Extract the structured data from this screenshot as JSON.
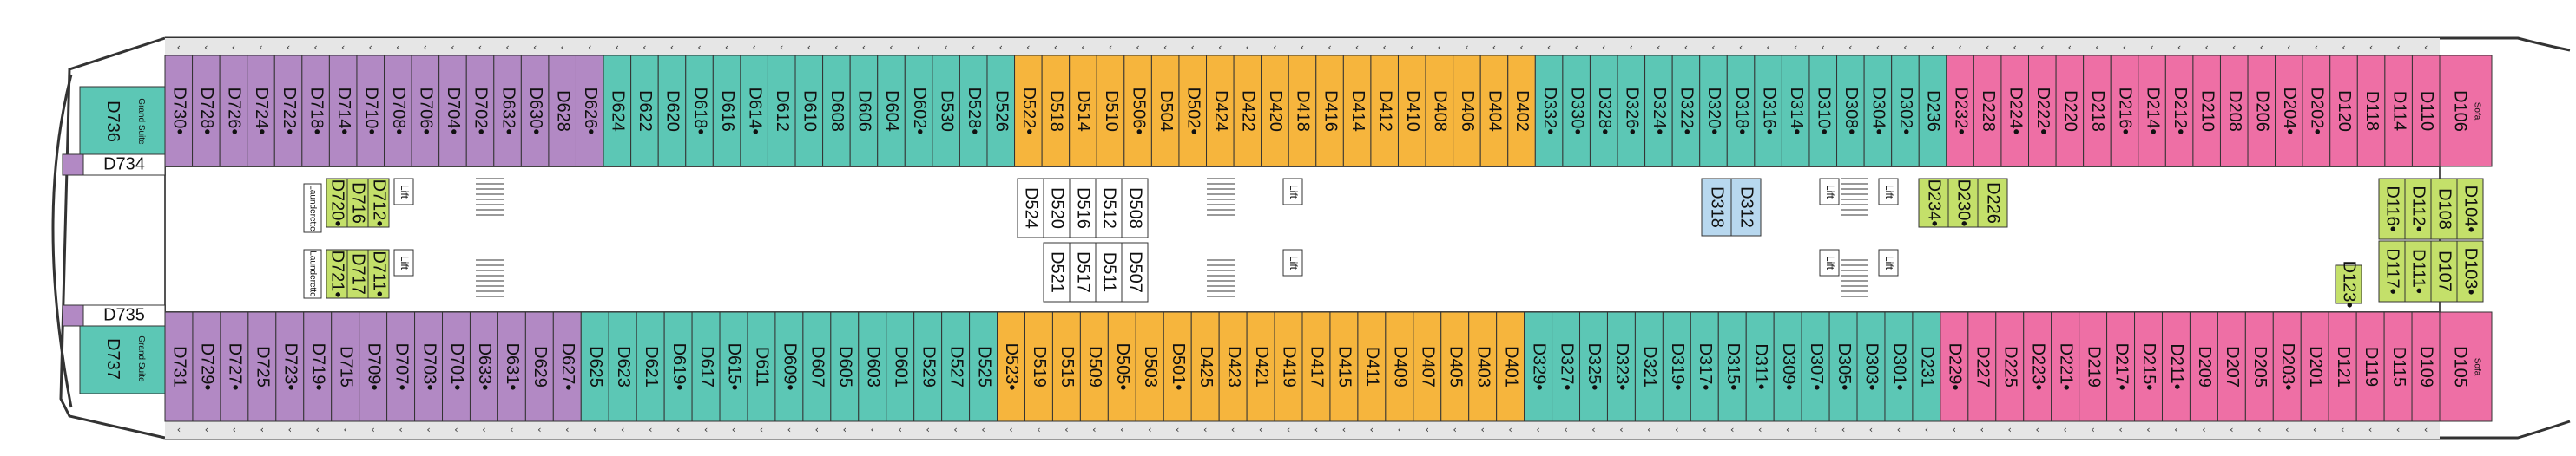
{
  "colors": {
    "purple": "#b289c4",
    "teal": "#5cc7b5",
    "orange": "#f6b53d",
    "pink": "#ee6fa5",
    "lime": "#c4e06a",
    "blue": "#b8d8ef",
    "white": "#ffffff",
    "outline": "#333333",
    "balcony": "#d9d9d9"
  },
  "icons": {
    "dot": "•",
    "double_dot": "••",
    "accessible": "♿",
    "connecting": "⇆",
    "sofa": "✧"
  },
  "top_row": [
    {
      "n": "D730",
      "m": "•",
      "c": "purple"
    },
    {
      "n": "D728",
      "m": "•",
      "c": "purple"
    },
    {
      "n": "D726",
      "m": "•",
      "c": "purple"
    },
    {
      "n": "D724",
      "m": "•",
      "c": "purple"
    },
    {
      "n": "D722",
      "m": "•",
      "c": "purple"
    },
    {
      "n": "D718",
      "m": "•",
      "c": "purple"
    },
    {
      "n": "D714",
      "m": "•",
      "c": "purple"
    },
    {
      "n": "D710",
      "m": "•",
      "c": "purple"
    },
    {
      "n": "D708",
      "m": "•",
      "c": "purple"
    },
    {
      "n": "D706",
      "m": "•",
      "c": "purple"
    },
    {
      "n": "D704",
      "m": "•",
      "c": "purple"
    },
    {
      "n": "D702",
      "m": "•",
      "c": "purple"
    },
    {
      "n": "D632",
      "m": "•",
      "c": "purple"
    },
    {
      "n": "D630",
      "m": "•",
      "c": "purple"
    },
    {
      "n": "D628",
      "m": "",
      "c": "purple"
    },
    {
      "n": "D626",
      "m": "•",
      "c": "purple"
    },
    {
      "n": "D624",
      "m": "",
      "c": "teal"
    },
    {
      "n": "D622",
      "m": "",
      "c": "teal"
    },
    {
      "n": "D620",
      "m": "",
      "c": "teal"
    },
    {
      "n": "D618",
      "m": "•",
      "c": "teal"
    },
    {
      "n": "D616",
      "m": "",
      "c": "teal"
    },
    {
      "n": "D614",
      "m": "•",
      "c": "teal"
    },
    {
      "n": "D612",
      "m": "",
      "c": "teal"
    },
    {
      "n": "D610",
      "m": "",
      "c": "teal"
    },
    {
      "n": "D608",
      "m": "",
      "c": "teal"
    },
    {
      "n": "D606",
      "m": "",
      "c": "teal"
    },
    {
      "n": "D604",
      "m": "",
      "c": "teal"
    },
    {
      "n": "D602",
      "m": "•",
      "c": "teal"
    },
    {
      "n": "D530",
      "m": "",
      "c": "teal"
    },
    {
      "n": "D528",
      "m": "•",
      "c": "teal"
    },
    {
      "n": "D526",
      "m": "",
      "c": "teal"
    },
    {
      "n": "D522",
      "m": "•",
      "c": "orange"
    },
    {
      "n": "D518",
      "m": "",
      "c": "orange"
    },
    {
      "n": "D514",
      "m": "",
      "c": "orange"
    },
    {
      "n": "D510",
      "m": "",
      "c": "orange"
    },
    {
      "n": "D506",
      "m": "•",
      "c": "orange"
    },
    {
      "n": "D504",
      "m": "",
      "c": "orange"
    },
    {
      "n": "D502",
      "m": "•",
      "c": "orange"
    },
    {
      "n": "D424",
      "m": "",
      "c": "orange"
    },
    {
      "n": "D422",
      "m": "",
      "c": "orange"
    },
    {
      "n": "D420",
      "m": "",
      "c": "orange"
    },
    {
      "n": "D418",
      "m": "",
      "c": "orange"
    },
    {
      "n": "D416",
      "m": "",
      "c": "orange"
    },
    {
      "n": "D414",
      "m": "",
      "c": "orange"
    },
    {
      "n": "D412",
      "m": "",
      "c": "orange"
    },
    {
      "n": "D410",
      "m": "",
      "c": "orange"
    },
    {
      "n": "D408",
      "m": "",
      "c": "orange"
    },
    {
      "n": "D406",
      "m": "",
      "c": "orange"
    },
    {
      "n": "D404",
      "m": "",
      "c": "orange"
    },
    {
      "n": "D402",
      "m": "",
      "c": "orange"
    },
    {
      "n": "D332",
      "m": "•",
      "c": "teal"
    },
    {
      "n": "D330",
      "m": "•",
      "c": "teal"
    },
    {
      "n": "D328",
      "m": "•",
      "c": "teal"
    },
    {
      "n": "D326",
      "m": "•",
      "c": "teal"
    },
    {
      "n": "D324",
      "m": "•",
      "c": "teal"
    },
    {
      "n": "D322",
      "m": "•",
      "c": "teal"
    },
    {
      "n": "D320",
      "m": "•",
      "c": "teal"
    },
    {
      "n": "D318",
      "m": "•",
      "c": "teal"
    },
    {
      "n": "D316",
      "m": "•",
      "c": "teal"
    },
    {
      "n": "D314",
      "m": "•",
      "c": "teal"
    },
    {
      "n": "D310",
      "m": "•",
      "c": "teal"
    },
    {
      "n": "D308",
      "m": "•",
      "c": "teal"
    },
    {
      "n": "D304",
      "m": "•",
      "c": "teal"
    },
    {
      "n": "D302",
      "m": "•",
      "c": "teal"
    },
    {
      "n": "D236",
      "m": "",
      "c": "teal"
    },
    {
      "n": "D232",
      "m": "•",
      "c": "pink"
    },
    {
      "n": "D228",
      "m": "",
      "c": "pink"
    },
    {
      "n": "D224",
      "m": "•",
      "c": "pink"
    },
    {
      "n": "D222",
      "m": "•",
      "c": "pink"
    },
    {
      "n": "D220",
      "m": "",
      "c": "pink"
    },
    {
      "n": "D218",
      "m": "",
      "c": "pink"
    },
    {
      "n": "D216",
      "m": "•",
      "c": "pink"
    },
    {
      "n": "D214",
      "m": "•",
      "c": "pink"
    },
    {
      "n": "D212",
      "m": "•",
      "c": "pink"
    },
    {
      "n": "D210",
      "m": "",
      "c": "pink"
    },
    {
      "n": "D208",
      "m": "",
      "c": "pink"
    },
    {
      "n": "D206",
      "m": "",
      "c": "pink"
    },
    {
      "n": "D204",
      "m": "•",
      "c": "pink"
    },
    {
      "n": "D202",
      "m": "•",
      "c": "pink"
    },
    {
      "n": "D120",
      "m": "",
      "c": "pink"
    },
    {
      "n": "D118",
      "m": "",
      "c": "pink"
    },
    {
      "n": "D114",
      "m": "",
      "c": "pink"
    },
    {
      "n": "D110",
      "m": "",
      "c": "pink"
    }
  ],
  "bottom_row": [
    {
      "n": "D731",
      "m": "",
      "c": "purple"
    },
    {
      "n": "D729",
      "m": "•",
      "c": "purple"
    },
    {
      "n": "D727",
      "m": "•",
      "c": "purple"
    },
    {
      "n": "D725",
      "m": "",
      "c": "purple"
    },
    {
      "n": "D723",
      "m": "•",
      "c": "purple"
    },
    {
      "n": "D719",
      "m": "•",
      "c": "purple"
    },
    {
      "n": "D715",
      "m": "",
      "c": "purple"
    },
    {
      "n": "D709",
      "m": "•",
      "c": "purple"
    },
    {
      "n": "D707",
      "m": "•",
      "c": "purple"
    },
    {
      "n": "D703",
      "m": "•",
      "c": "purple"
    },
    {
      "n": "D701",
      "m": "•",
      "c": "purple"
    },
    {
      "n": "D633",
      "m": "•",
      "c": "purple"
    },
    {
      "n": "D631",
      "m": "•",
      "c": "purple"
    },
    {
      "n": "D629",
      "m": "",
      "c": "purple"
    },
    {
      "n": "D627",
      "m": "•",
      "c": "purple"
    },
    {
      "n": "D625",
      "m": "",
      "c": "teal"
    },
    {
      "n": "D623",
      "m": "",
      "c": "teal"
    },
    {
      "n": "D621",
      "m": "",
      "c": "teal"
    },
    {
      "n": "D619",
      "m": "•",
      "c": "teal"
    },
    {
      "n": "D617",
      "m": "",
      "c": "teal"
    },
    {
      "n": "D615",
      "m": "•",
      "c": "teal"
    },
    {
      "n": "D611",
      "m": "",
      "c": "teal"
    },
    {
      "n": "D609",
      "m": "•",
      "c": "teal"
    },
    {
      "n": "D607",
      "m": "",
      "c": "teal"
    },
    {
      "n": "D605",
      "m": "",
      "c": "teal"
    },
    {
      "n": "D603",
      "m": "",
      "c": "teal"
    },
    {
      "n": "D601",
      "m": "",
      "c": "teal"
    },
    {
      "n": "D529",
      "m": "",
      "c": "teal"
    },
    {
      "n": "D527",
      "m": "",
      "c": "teal"
    },
    {
      "n": "D525",
      "m": "",
      "c": "teal"
    },
    {
      "n": "D523",
      "m": "•",
      "c": "orange"
    },
    {
      "n": "D519",
      "m": "",
      "c": "orange"
    },
    {
      "n": "D515",
      "m": "",
      "c": "orange"
    },
    {
      "n": "D509",
      "m": "",
      "c": "orange"
    },
    {
      "n": "D505",
      "m": "•",
      "c": "orange"
    },
    {
      "n": "D503",
      "m": "",
      "c": "orange"
    },
    {
      "n": "D501",
      "m": "•",
      "c": "orange"
    },
    {
      "n": "D425",
      "m": "",
      "c": "orange"
    },
    {
      "n": "D423",
      "m": "",
      "c": "orange"
    },
    {
      "n": "D421",
      "m": "",
      "c": "orange"
    },
    {
      "n": "D419",
      "m": "",
      "c": "orange"
    },
    {
      "n": "D417",
      "m": "",
      "c": "orange"
    },
    {
      "n": "D415",
      "m": "",
      "c": "orange"
    },
    {
      "n": "D411",
      "m": "",
      "c": "orange"
    },
    {
      "n": "D409",
      "m": "",
      "c": "orange"
    },
    {
      "n": "D407",
      "m": "",
      "c": "orange"
    },
    {
      "n": "D405",
      "m": "",
      "c": "orange"
    },
    {
      "n": "D403",
      "m": "",
      "c": "orange"
    },
    {
      "n": "D401",
      "m": "",
      "c": "orange"
    },
    {
      "n": "D329",
      "m": "•",
      "c": "teal"
    },
    {
      "n": "D327",
      "m": "•",
      "c": "teal"
    },
    {
      "n": "D325",
      "m": "•",
      "c": "teal"
    },
    {
      "n": "D323",
      "m": "•",
      "c": "teal"
    },
    {
      "n": "D321",
      "m": "",
      "c": "teal"
    },
    {
      "n": "D319",
      "m": "•",
      "c": "teal"
    },
    {
      "n": "D317",
      "m": "•",
      "c": "teal"
    },
    {
      "n": "D315",
      "m": "•",
      "c": "teal"
    },
    {
      "n": "D311",
      "m": "•",
      "c": "teal"
    },
    {
      "n": "D309",
      "m": "•",
      "c": "teal"
    },
    {
      "n": "D307",
      "m": "•",
      "c": "teal"
    },
    {
      "n": "D305",
      "m": "•",
      "c": "teal"
    },
    {
      "n": "D303",
      "m": "•",
      "c": "teal"
    },
    {
      "n": "D301",
      "m": "•",
      "c": "teal"
    },
    {
      "n": "D231",
      "m": "",
      "c": "teal"
    },
    {
      "n": "D229",
      "m": "•",
      "c": "pink"
    },
    {
      "n": "D227",
      "m": "",
      "c": "pink"
    },
    {
      "n": "D225",
      "m": "",
      "c": "pink"
    },
    {
      "n": "D223",
      "m": "•",
      "c": "pink"
    },
    {
      "n": "D221",
      "m": "•",
      "c": "pink"
    },
    {
      "n": "D219",
      "m": "",
      "c": "pink"
    },
    {
      "n": "D217",
      "m": "•",
      "c": "pink"
    },
    {
      "n": "D215",
      "m": "•",
      "c": "pink"
    },
    {
      "n": "D211",
      "m": "•",
      "c": "pink"
    },
    {
      "n": "D209",
      "m": "",
      "c": "pink"
    },
    {
      "n": "D207",
      "m": "",
      "c": "pink"
    },
    {
      "n": "D205",
      "m": "",
      "c": "pink"
    },
    {
      "n": "D203",
      "m": "•",
      "c": "pink"
    },
    {
      "n": "D201",
      "m": "",
      "c": "pink"
    },
    {
      "n": "D121",
      "m": "",
      "c": "pink"
    },
    {
      "n": "D119",
      "m": "",
      "c": "pink"
    },
    {
      "n": "D115",
      "m": "",
      "c": "pink"
    },
    {
      "n": "D109",
      "m": "",
      "c": "pink"
    }
  ],
  "ends": {
    "aft_top": {
      "n": "D736",
      "sub": "Grand Suite",
      "c": "teal"
    },
    "aft_bottom": {
      "n": "D737",
      "sub": "Grand Suite",
      "c": "teal"
    },
    "fwd_top": {
      "n": "D106",
      "sub": "Sofa",
      "c": "pink"
    },
    "fwd_bottom": {
      "n": "D105",
      "sub": "Sofa",
      "c": "pink"
    },
    "aft_mid_top": "D734",
    "aft_mid_bottom": "D735"
  },
  "interior": {
    "aft_top": [
      {
        "n": "D712",
        "m": "•",
        "c": "lime"
      },
      {
        "n": "D716",
        "m": "",
        "c": "lime"
      },
      {
        "n": "D720",
        "m": "•",
        "c": "lime"
      }
    ],
    "aft_bottom": [
      {
        "n": "D711",
        "m": "•",
        "c": "lime"
      },
      {
        "n": "D717",
        "m": "",
        "c": "lime"
      },
      {
        "n": "D721",
        "m": "•",
        "c": "lime"
      }
    ],
    "mid_top": [
      {
        "n": "D508",
        "c": "white"
      },
      {
        "n": "D512",
        "c": "white"
      },
      {
        "n": "D516",
        "c": "white"
      },
      {
        "n": "D520",
        "c": "white"
      },
      {
        "n": "D524",
        "c": "white"
      }
    ],
    "mid_bottom": [
      {
        "n": "D507",
        "c": "white"
      },
      {
        "n": "D511",
        "c": "white"
      },
      {
        "n": "D517",
        "c": "white"
      },
      {
        "n": "D521",
        "c": "white"
      }
    ],
    "fwd_mid": [
      {
        "n": "D312",
        "c": "blue"
      },
      {
        "n": "D318",
        "c": "blue"
      }
    ],
    "fwd_group": [
      {
        "n": "D234",
        "m": "•",
        "c": "lime"
      },
      {
        "n": "D230",
        "m": "•",
        "c": "lime"
      },
      {
        "n": "D226",
        "m": "",
        "c": "lime"
      }
    ],
    "bow_top": [
      {
        "n": "D104",
        "m": "•",
        "c": "lime"
      },
      {
        "n": "D108",
        "m": "",
        "c": "lime"
      },
      {
        "n": "D112",
        "m": "•",
        "c": "lime"
      },
      {
        "n": "D116",
        "m": "•",
        "c": "lime"
      }
    ],
    "bow_bottom": [
      {
        "n": "D103",
        "m": "•",
        "c": "lime"
      },
      {
        "n": "D107",
        "m": "",
        "c": "lime"
      },
      {
        "n": "D111",
        "m": "•",
        "c": "lime"
      },
      {
        "n": "D117",
        "m": "•",
        "c": "lime"
      }
    ],
    "d123": {
      "n": "D123",
      "m": "•",
      "c": "lime"
    }
  },
  "labels": {
    "lift": "Lift",
    "launderette": "Launderette"
  }
}
